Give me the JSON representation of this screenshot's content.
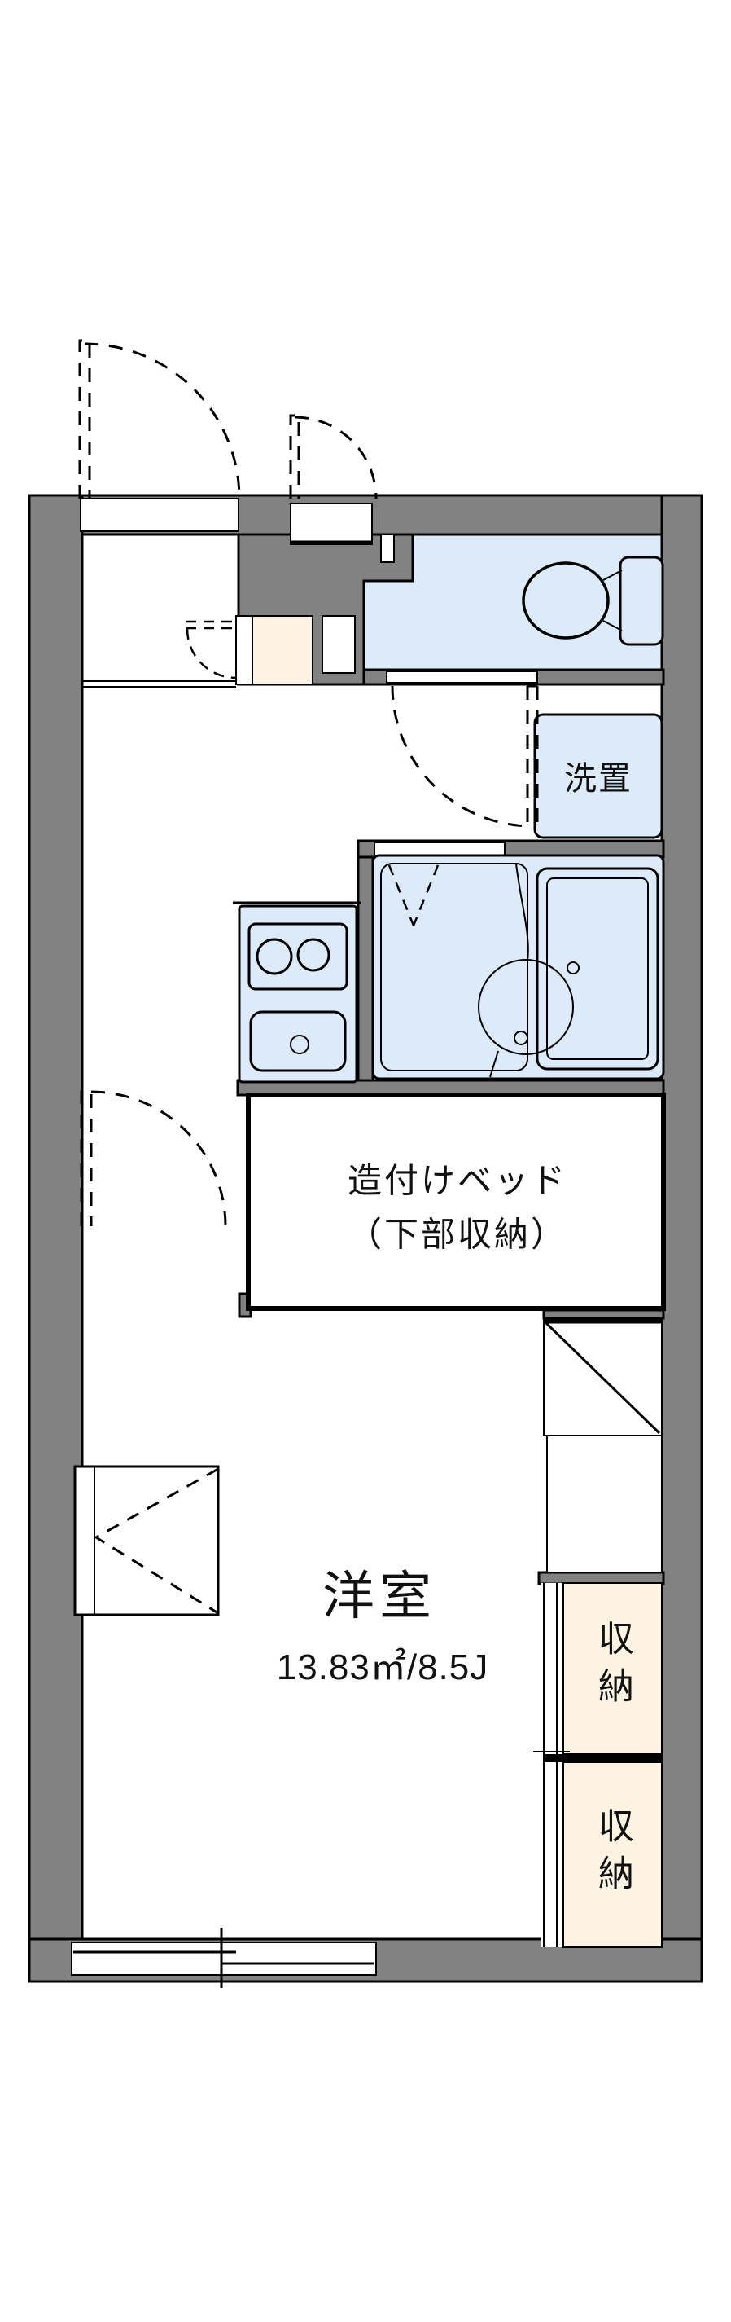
{
  "floorplan": {
    "room_label": "洋室",
    "room_size": "13.83㎡/8.5J",
    "bed_label_line1": "造付けベッド",
    "bed_label_line2": "（下部収納）",
    "washer_label": "洗置",
    "closets": [
      {
        "label": "収納"
      },
      {
        "label": "収納"
      }
    ]
  },
  "colors": {
    "wall_gray": "#828282",
    "fixture_blue": "#dceaf9",
    "storage_cream": "#fdf3e2",
    "line_black": "#000000",
    "background": "#ffffff"
  }
}
